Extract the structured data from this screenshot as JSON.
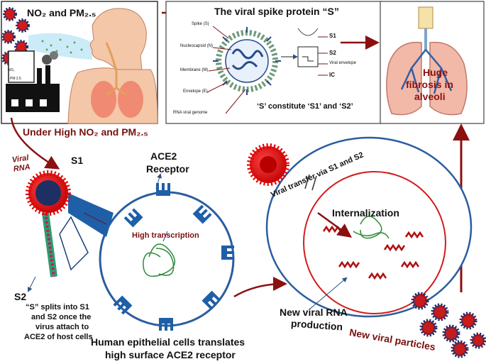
{
  "header": {
    "pollutants": "NO₂ and PM₂.₅",
    "pollution_condition": "Under High NO₂ and PM₂.₅",
    "factory_labels": [
      "NO₂",
      "PM 2.5"
    ]
  },
  "spike_panel": {
    "title": "The viral spike protein “S”",
    "parts": [
      "Spike (S)",
      "Nucleocapsid (N)",
      "Membrane (M)",
      "Envelope (E)",
      "RNA viral genome"
    ],
    "right_parts": [
      "S1",
      "S2",
      "Viral envelope",
      "IC"
    ],
    "caption": "‘S’ constitute ‘S1’ and ‘S2’"
  },
  "lung": {
    "label_line1": "Huge",
    "label_line2": "fibrosis in",
    "label_line3": "alveoli"
  },
  "cell": {
    "viral_rna": "Viral\nRNA",
    "s1": "S1",
    "s2": "S2",
    "receptor_line1": "ACE2",
    "receptor_line2": "Receptor",
    "high_transcription": "High transcription",
    "split_note_1": "“S” splits into S1",
    "split_note_2": "and S2 once the",
    "split_note_3": "virus attach to",
    "split_note_4": "ACE2 of host cells",
    "caption_1": "Human epithelial cells translates",
    "caption_2": "high surface ACE2 receptor"
  },
  "infected_cell": {
    "transfer": "Viral transfer via S1 and S2",
    "internalization": "Internalization",
    "rna_production_1": "New viral RNA",
    "rna_production_2": "production",
    "particles": "New viral particles"
  },
  "colors": {
    "accent": "#8b1010",
    "cell_blue": "#1e5fa8",
    "virus_red": "#e41818",
    "lung": "#f2b8a8"
  }
}
